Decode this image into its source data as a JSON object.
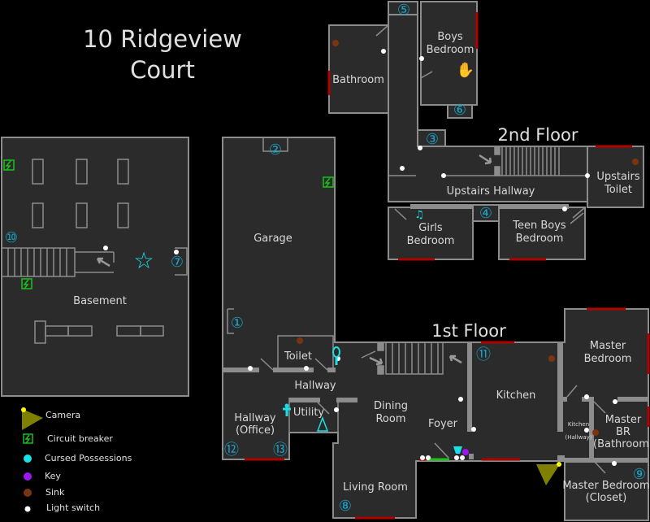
{
  "title": {
    "line1": "10 Ridgeview",
    "line2": "Court"
  },
  "floors": {
    "second": "2nd Floor",
    "first": "1st Floor"
  },
  "rooms": {
    "basement": "Basement",
    "garage": "Garage",
    "toilet": "Toilet",
    "hallway": "Hallway",
    "office_l1": "Hallway",
    "office_l2": "(Office)",
    "utility": "Utility",
    "dining_l1": "Dining",
    "dining_l2": "Room",
    "foyer": "Foyer",
    "living": "Living Room",
    "kitchen": "Kitchen",
    "kitchen_hall_l1": "Kitchen",
    "kitchen_hall_l2": "(Hallway)",
    "master_l1": "Master",
    "master_l2": "Bedroom",
    "masterbr_l1": "Master",
    "masterbr_l2": "BR",
    "masterbr_l3": "(Bathroom)",
    "closet_l1": "Master Bedroom",
    "closet_l2": "(Closet)",
    "bathroom": "Bathroom",
    "boys_l1": "Boys",
    "boys_l2": "Bedroom",
    "upstairs_hallway": "Upstairs Hallway",
    "up_toilet_l1": "Upstairs",
    "up_toilet_l2": "Toilet",
    "girls_l1": "Girls",
    "girls_l2": "Bedroom",
    "teen_l1": "Teen Boys",
    "teen_l2": "Bedroom"
  },
  "markers": [
    "①",
    "②",
    "③",
    "④",
    "⑤",
    "⑥",
    "⑦",
    "⑧",
    "⑨",
    "⑩",
    "⑪",
    "⑫",
    "⑬"
  ],
  "legend": [
    {
      "icon": "camera",
      "label": "Camera",
      "color": "#808000"
    },
    {
      "icon": "circuit-breaker",
      "label": "Circuit breaker",
      "color": "#19c319"
    },
    {
      "icon": "cursed-possession",
      "label": "Cursed Possessions",
      "color": "#19e0e6"
    },
    {
      "icon": "key",
      "label": "Key",
      "color": "#9b19f0"
    },
    {
      "icon": "sink",
      "label": "Sink",
      "color": "#7a3510"
    },
    {
      "icon": "light-switch",
      "label": "Light switch",
      "color": "#ffffff"
    }
  ]
}
